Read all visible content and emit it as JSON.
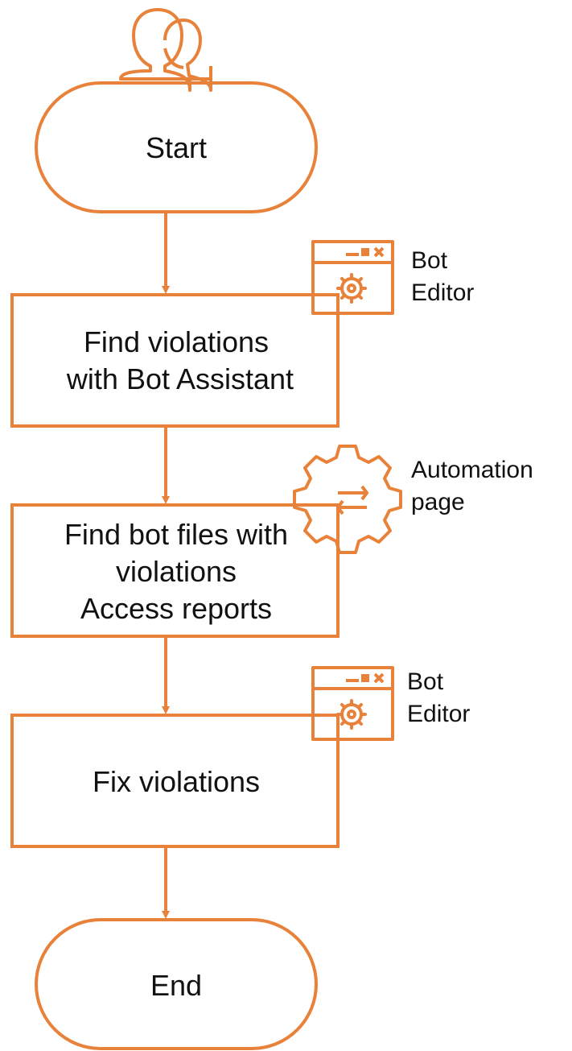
{
  "colors": {
    "accent": "#E8823A",
    "text": "#111111",
    "background": "#FFFFFF"
  },
  "icons": {
    "top": "users-icon",
    "step1": "bot-editor-window-gear-icon",
    "step2": "automation-gear-arrows-icon",
    "step3": "bot-editor-window-gear-icon"
  },
  "nodes": {
    "start": {
      "label": "Start"
    },
    "step1": {
      "lines": [
        "Find violations",
        "with Bot Assistant"
      ]
    },
    "step2": {
      "lines": [
        "Find bot files with",
        "violations",
        "Access reports"
      ]
    },
    "step3": {
      "label": "Fix violations"
    },
    "end": {
      "label": "End"
    }
  },
  "side_labels": {
    "step1": [
      "Bot",
      "Editor"
    ],
    "step2": [
      "Automation",
      "page"
    ],
    "step3": [
      "Bot",
      "Editor"
    ]
  }
}
